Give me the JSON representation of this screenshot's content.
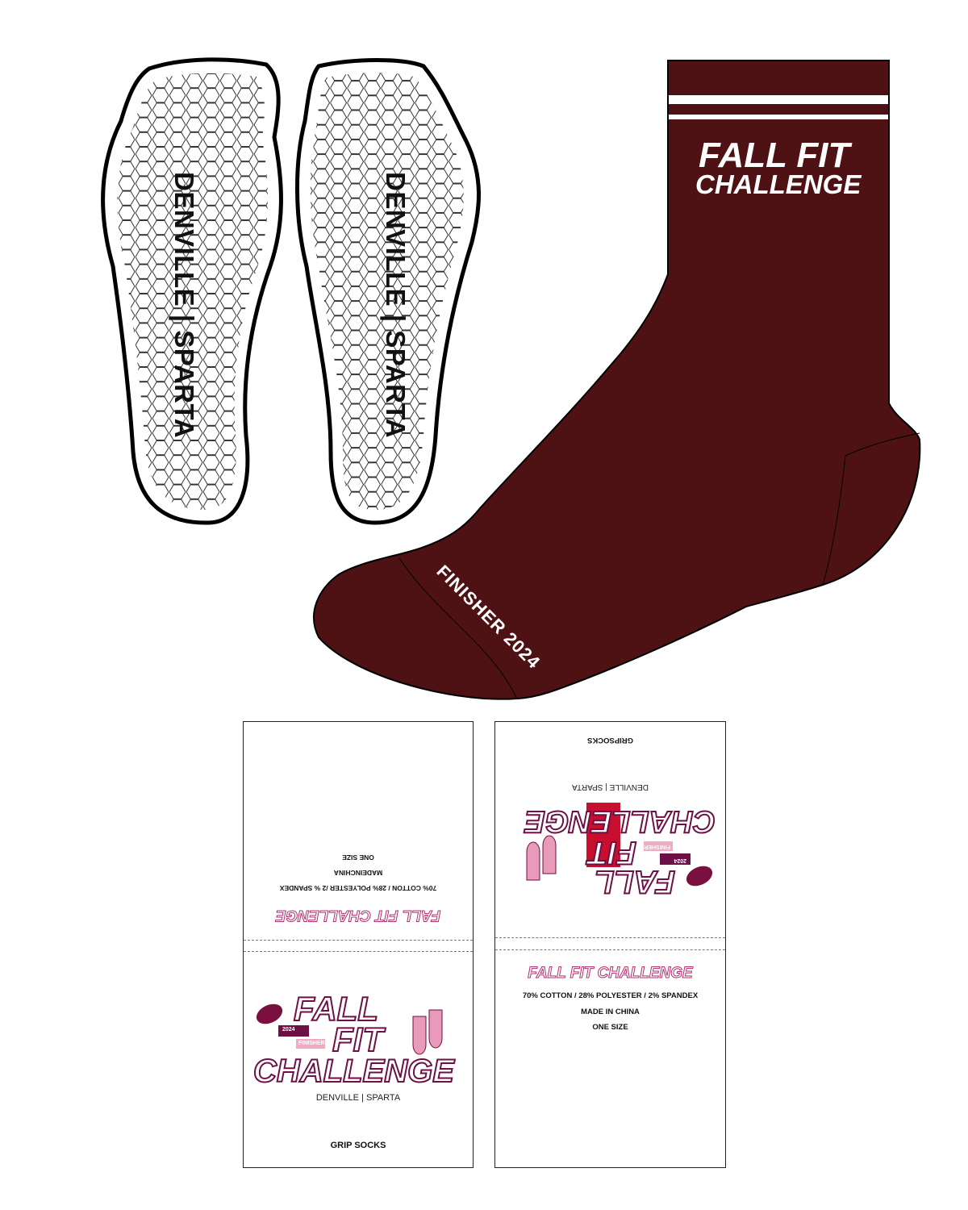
{
  "colors": {
    "sock": "#4f1214",
    "logo_outline": "#6e0f45",
    "logo_pink": "#e89ab8",
    "logo_red": "#c8102e"
  },
  "soles": {
    "left_text": "DENVILLE | SPARTA",
    "right_text": "DENVILLE | SPARTA"
  },
  "sock": {
    "cuff_line1": "FALL FIT",
    "cuff_line2": "CHALLENGE",
    "toe_text": "FINISHER 2024"
  },
  "label_left": {
    "back_title": "FALL FIT CHALLENGE",
    "back_material": "70% COTTON / 28% POLYESTER /2 % SPANDEX",
    "back_origin": "MADEINCHINA",
    "back_size": "ONE SIZE",
    "logo_line1": "FALL",
    "logo_line2": "FIT",
    "logo_line3": "CHALLENGE",
    "logo_year": "2024",
    "logo_finisher": "FINISHER",
    "logo_sub": "DENVILLE | SPARTA",
    "product": "GRIP SOCKS"
  },
  "label_right": {
    "product": "GRIPSOCKS",
    "logo_sub": "DENVILLE | SPARTA",
    "logo_line1": "FALL",
    "logo_line2": "FIT",
    "logo_line3": "CHALLENGE",
    "logo_year": "2024",
    "logo_finisher": "FINISHER",
    "front_title": "FALL FIT CHALLENGE",
    "front_material": "70% COTTON / 28% POLYESTER / 2% SPANDEX",
    "front_origin": "MADE IN CHINA",
    "front_size": "ONE SIZE"
  }
}
